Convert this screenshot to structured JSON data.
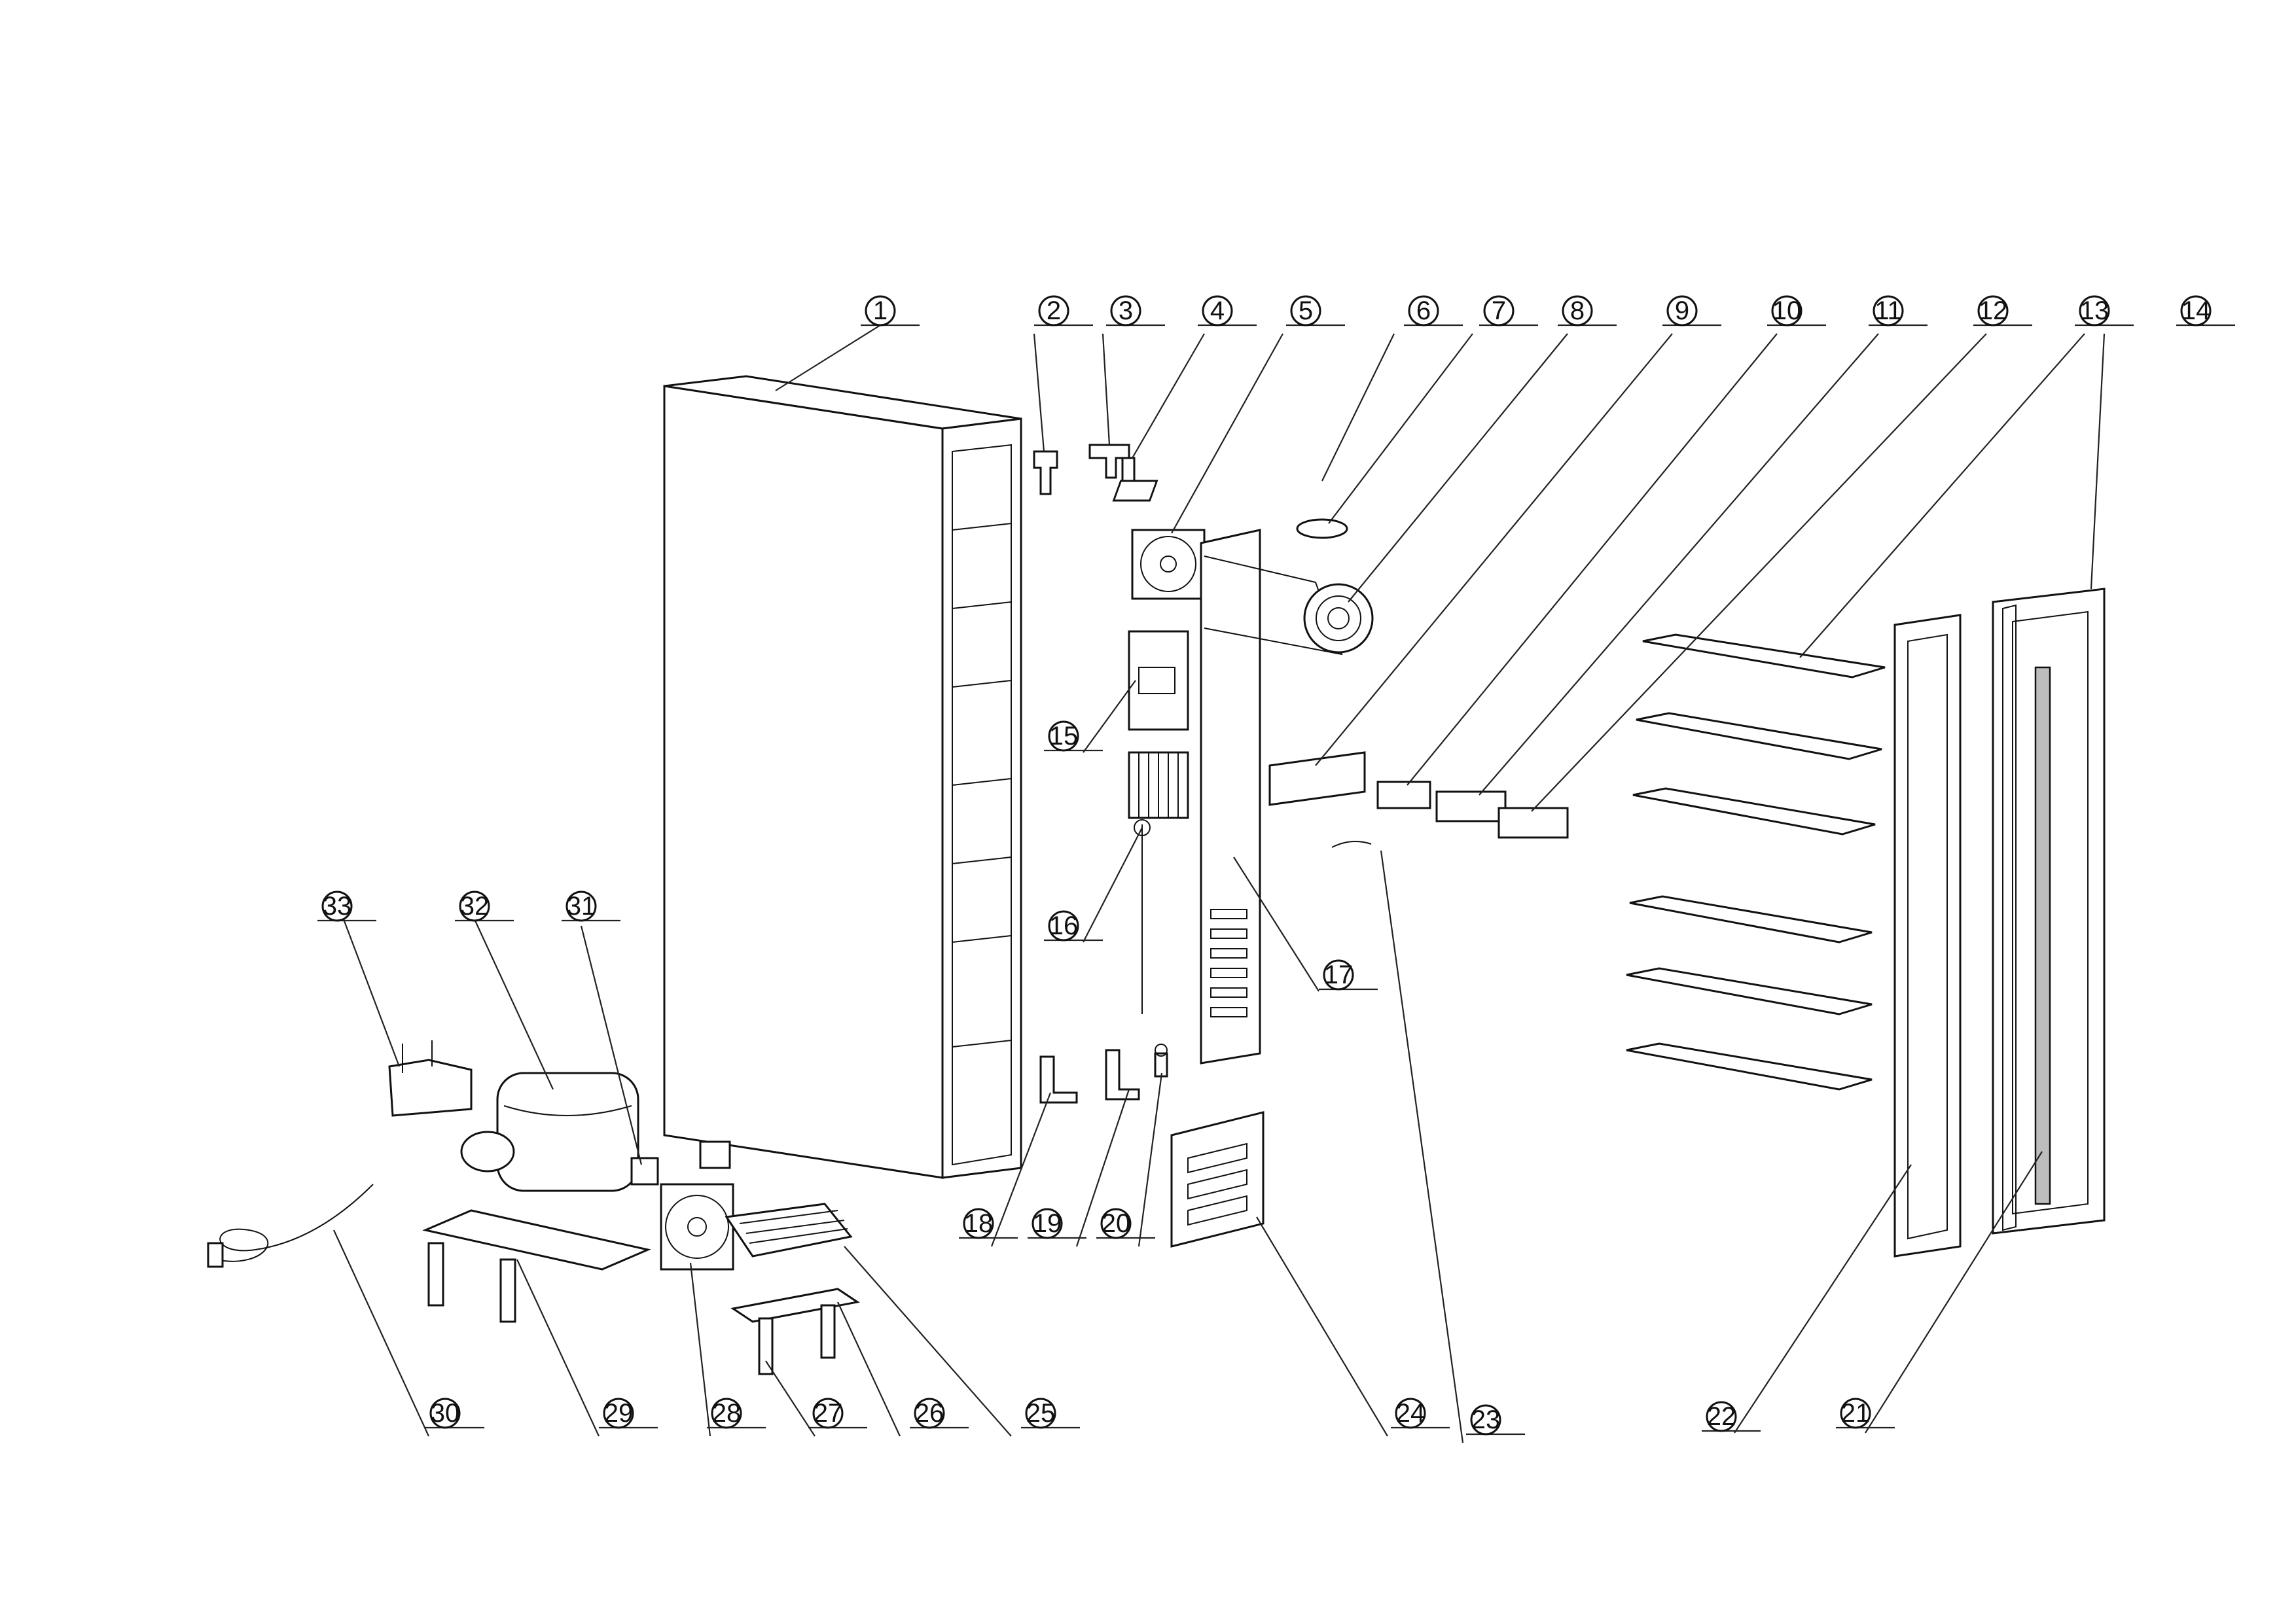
{
  "diagram": {
    "callouts": [
      {
        "num": "1"
      },
      {
        "num": "2"
      },
      {
        "num": "3"
      },
      {
        "num": "4"
      },
      {
        "num": "5"
      },
      {
        "num": "6"
      },
      {
        "num": "7"
      },
      {
        "num": "8"
      },
      {
        "num": "9"
      },
      {
        "num": "10"
      },
      {
        "num": "11"
      },
      {
        "num": "12"
      },
      {
        "num": "13"
      },
      {
        "num": "14"
      },
      {
        "num": "15"
      },
      {
        "num": "16"
      },
      {
        "num": "17"
      },
      {
        "num": "18"
      },
      {
        "num": "19"
      },
      {
        "num": "20"
      },
      {
        "num": "21"
      },
      {
        "num": "22"
      },
      {
        "num": "23"
      },
      {
        "num": "24"
      },
      {
        "num": "25"
      },
      {
        "num": "26"
      },
      {
        "num": "27"
      },
      {
        "num": "28"
      },
      {
        "num": "29"
      },
      {
        "num": "30"
      },
      {
        "num": "31"
      },
      {
        "num": "32"
      },
      {
        "num": "33"
      }
    ]
  }
}
